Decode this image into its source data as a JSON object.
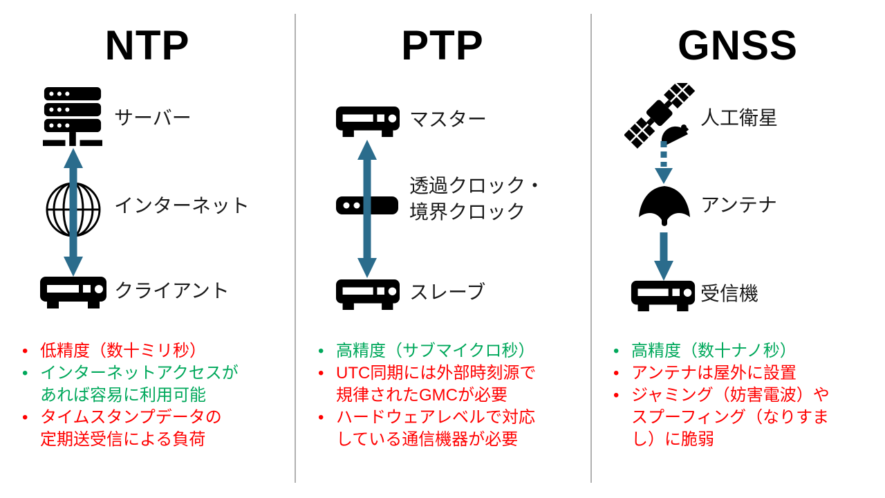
{
  "colors": {
    "arrow_accent": "#2b6c8c",
    "good_green": "#00a85b",
    "bad_red": "#ff0000",
    "divider_gray": "#b0b0b0",
    "icon_black": "#000000",
    "label_text": "#1a1a1a"
  },
  "columns": {
    "ntp": {
      "title": "NTP",
      "nodes": {
        "server": "サーバー",
        "internet": "インターネット",
        "client": "クライアント"
      },
      "bullets": [
        {
          "tone": "bad",
          "text": "低精度（数十ミリ秒）"
        },
        {
          "tone": "good",
          "text": "インターネットアクセスが\nあれば容易に利用可能"
        },
        {
          "tone": "bad",
          "text": "タイムスタンプデータの\n定期送受信による負荷"
        }
      ]
    },
    "ptp": {
      "title": "PTP",
      "nodes": {
        "master": "マスター",
        "clocks": "透過クロック・\n境界クロック",
        "slave": "スレーブ"
      },
      "bullets": [
        {
          "tone": "good",
          "text": "高精度（サブマイクロ秒）"
        },
        {
          "tone": "bad",
          "text": "UTC同期には外部時刻源で\n規律されたGMCが必要"
        },
        {
          "tone": "bad",
          "text": "ハードウェアレベルで対応\nしている通信機器が必要"
        }
      ]
    },
    "gnss": {
      "title": "GNSS",
      "nodes": {
        "satellite": "人工衛星",
        "antenna": "アンテナ",
        "receiver": "受信機"
      },
      "bullets": [
        {
          "tone": "good",
          "text": "高精度（数十ナノ秒）"
        },
        {
          "tone": "bad",
          "text": "アンテナは屋外に設置"
        },
        {
          "tone": "bad",
          "text": "ジャミング（妨害電波）や\nスプーフィング（なりすま\nし）に脆弱"
        }
      ]
    }
  }
}
